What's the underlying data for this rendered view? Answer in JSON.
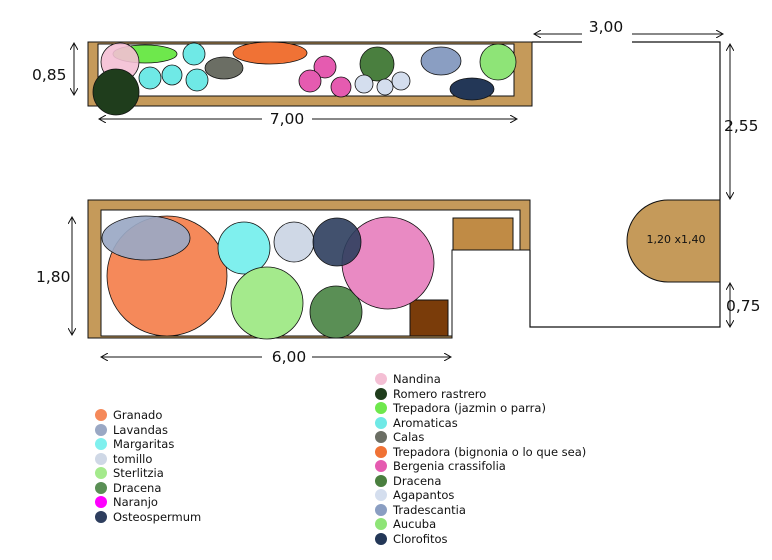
{
  "dimensions": {
    "top_bed_height": "0,85",
    "top_bed_length": "7,00",
    "terrace_width": "3,00",
    "terrace_upper": "2,55",
    "lower_bed_height": "1,80",
    "lower_bed_length": "6,00",
    "terrace_lower": "0,75",
    "round_bed": "1,20 x1,40"
  },
  "colors": {
    "border_wood": "#c59a5a",
    "box_light": "#c08b45",
    "box_dark": "#7a3c0a",
    "outline": "#111111"
  },
  "legend_left": [
    {
      "label": "Granado",
      "color": "#f5895a"
    },
    {
      "label": "Lavandas",
      "color": "#9aa8c4"
    },
    {
      "label": "Margaritas",
      "color": "#7ff0ee"
    },
    {
      "label": "tomillo",
      "color": "#cfd8e6"
    },
    {
      "label": "Sterlitzia",
      "color": "#a4ea8c"
    },
    {
      "label": "Dracena",
      "color": "#5a8f55"
    },
    {
      "label": "Naranjo",
      "color": "#ff00ff"
    },
    {
      "label": "Osteospermum",
      "color": "#2e3e5e"
    }
  ],
  "legend_right": [
    {
      "label": "Nandina",
      "color": "#f4bfd4"
    },
    {
      "label": "Romero rastrero",
      "color": "#1f3d1c"
    },
    {
      "label": "Trepadora (jazmin o parra)",
      "color": "#6ee84c"
    },
    {
      "label": "Aromaticas",
      "color": "#6fe9e6"
    },
    {
      "label": "Calas",
      "color": "#6b6e64"
    },
    {
      "label": "Trepadora (bignonia o lo que sea)",
      "color": "#f07235"
    },
    {
      "label": "Bergenia crassifolia",
      "color": "#e55bb0"
    },
    {
      "label": "Dracena",
      "color": "#4a7f3f"
    },
    {
      "label": "Agapantos",
      "color": "#d4deee"
    },
    {
      "label": "Tradescantia",
      "color": "#8a9ec2"
    },
    {
      "label": "Aucuba",
      "color": "#8ee477"
    },
    {
      "label": "Clorofitos",
      "color": "#233757"
    }
  ]
}
